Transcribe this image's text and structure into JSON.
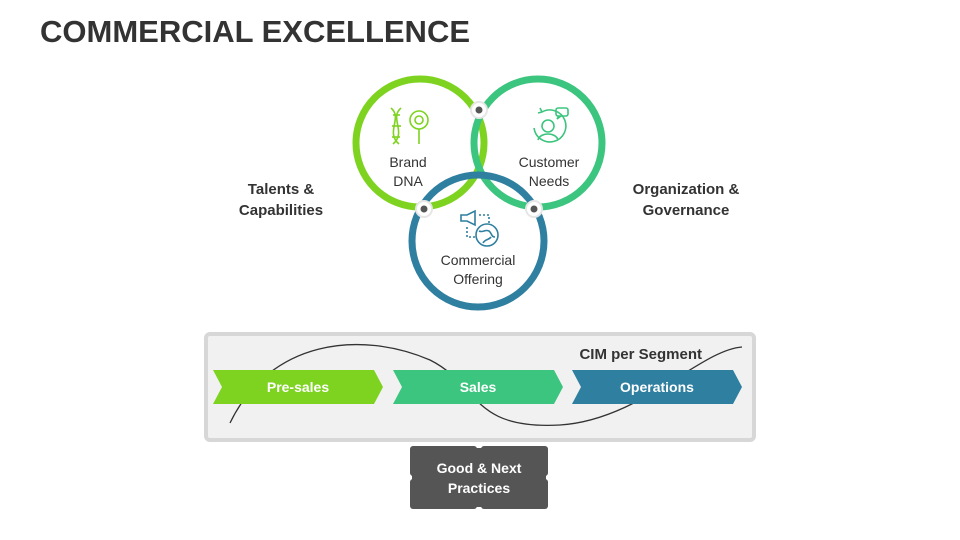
{
  "title": "COMMERCIAL EXCELLENCE",
  "left_label": {
    "line1": "Talents &",
    "line2": "Capabilities"
  },
  "right_label": {
    "line1": "Organization &",
    "line2": "Governance"
  },
  "circles": [
    {
      "line1": "Brand",
      "line2": "DNA",
      "color": "#7ed321",
      "icon": "dna-magnifier-icon"
    },
    {
      "line1": "Customer",
      "line2": "Needs",
      "color": "#3cc57e",
      "icon": "customer-support-icon"
    },
    {
      "line1": "Commercial",
      "line2": "Offering",
      "color": "#2f7fa0",
      "icon": "megaphone-globe-icon"
    }
  ],
  "panel": {
    "title": "CIM per Segment"
  },
  "stages": [
    {
      "label": "Pre-sales",
      "color": "#7ed321"
    },
    {
      "label": "Sales",
      "color": "#3cc57e"
    },
    {
      "label": "Operations",
      "color": "#2f7fa0"
    }
  ],
  "practices": {
    "line1": "Good & Next",
    "line2": "Practices",
    "color": "#555555",
    "icon": "puzzle-pieces-icon"
  }
}
